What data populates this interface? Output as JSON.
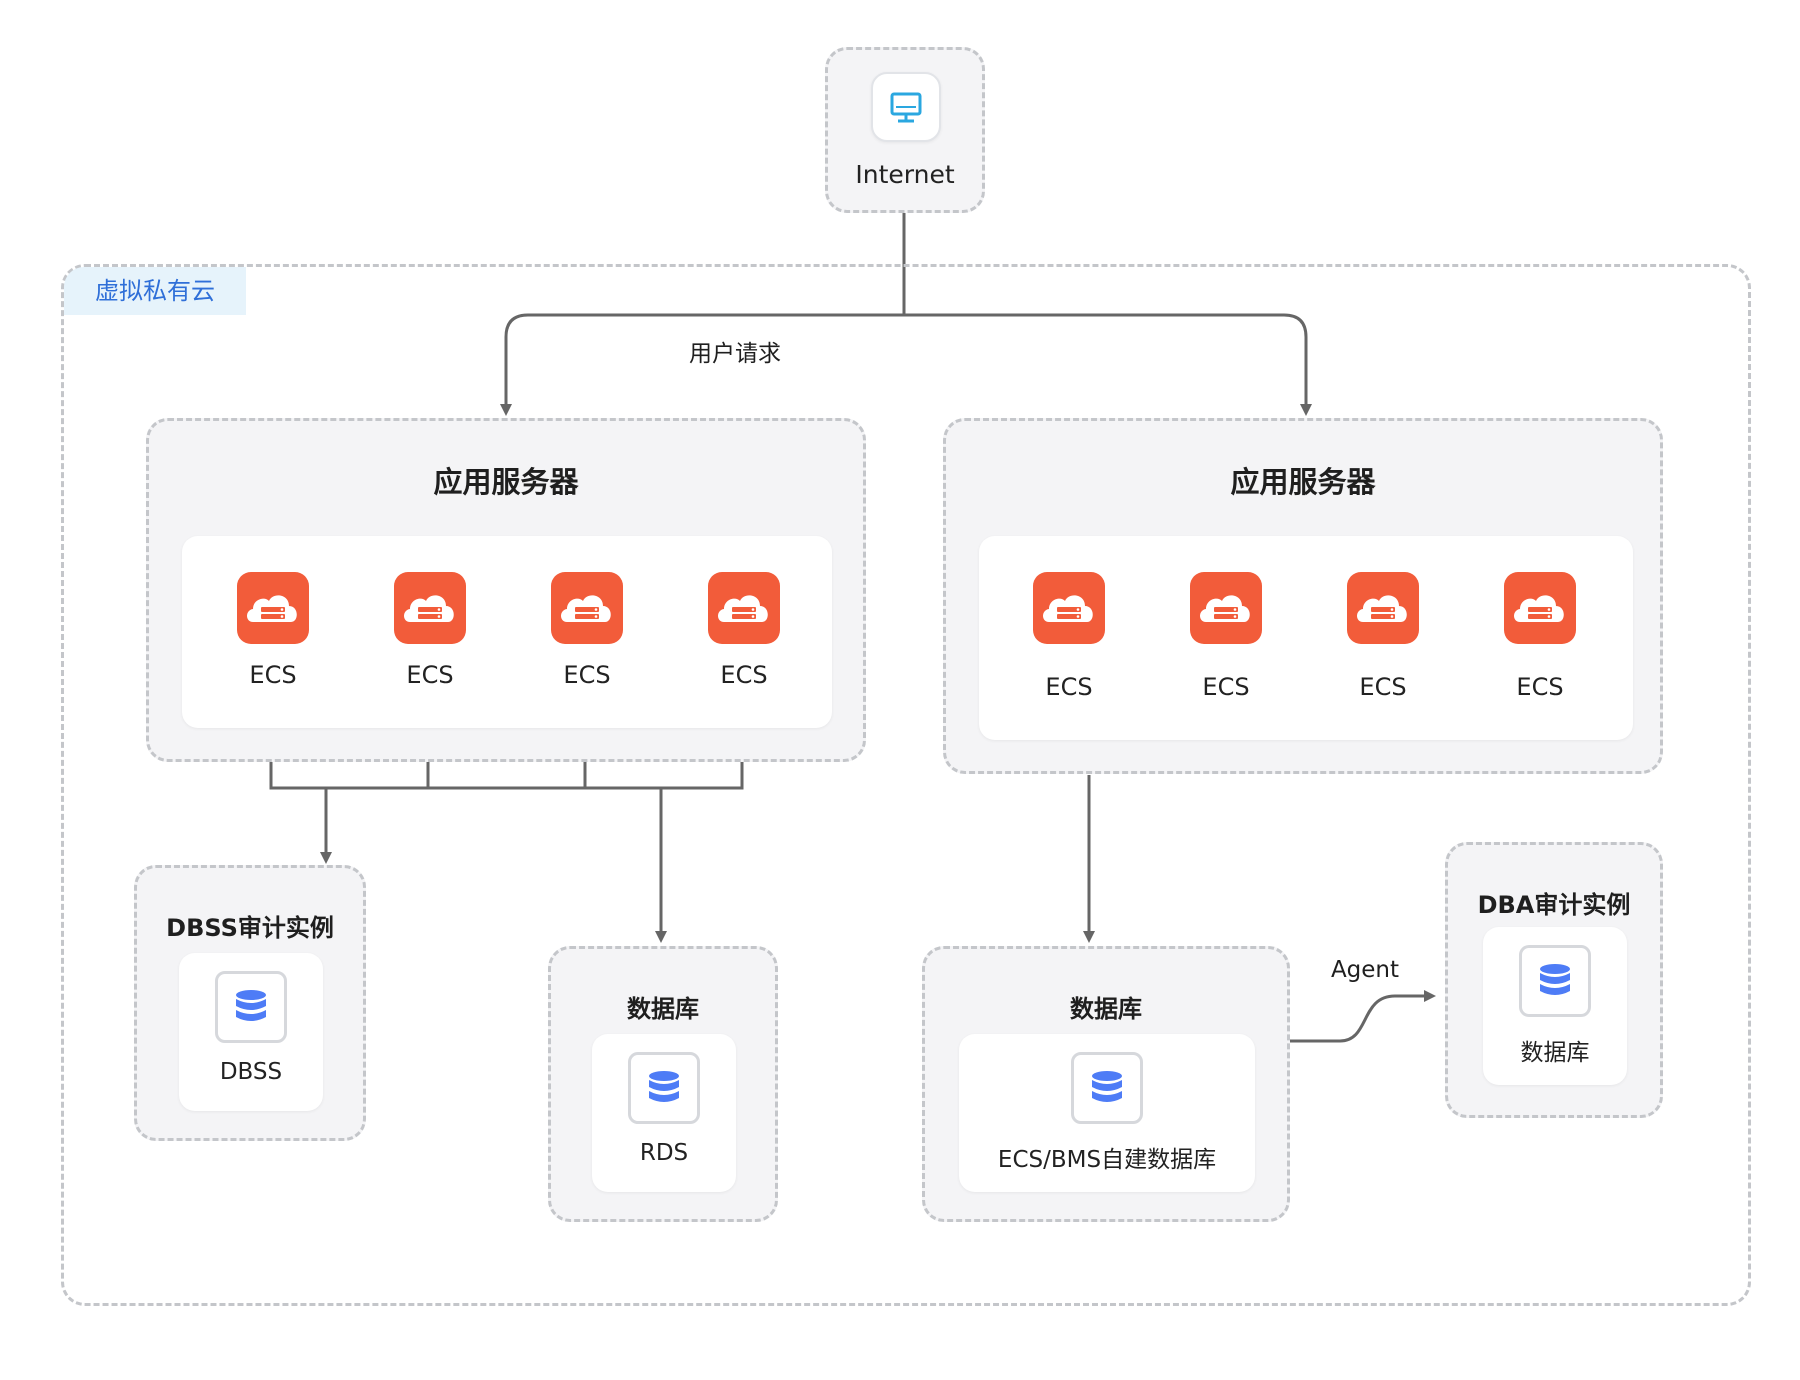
{
  "internet": {
    "label": "Internet",
    "icon": "monitor-icon"
  },
  "vpc": {
    "label": "虚拟私有云"
  },
  "edges": {
    "user_request": "用户请求",
    "agent": "Agent"
  },
  "app_groups": [
    {
      "title": "应用服务器",
      "servers": [
        "ECS",
        "ECS",
        "ECS",
        "ECS"
      ]
    },
    {
      "title": "应用服务器",
      "servers": [
        "ECS",
        "ECS",
        "ECS",
        "ECS"
      ]
    }
  ],
  "dbss": {
    "title": "DBSS审计实例",
    "label": "DBSS"
  },
  "rds_db": {
    "title": "数据库",
    "label": "RDS"
  },
  "self_db": {
    "title": "数据库",
    "label": "ECS/BMS自建数据库"
  },
  "dba": {
    "title": "DBA审计实例",
    "label": "数据库"
  },
  "colors": {
    "ecs": "#f25c3a",
    "database": "#4e7cf6",
    "monitor": "#2aa7e0",
    "vpc_label": "#2f6fd8",
    "vpc_label_bg": "#e6f3fb",
    "line": "#666666"
  }
}
